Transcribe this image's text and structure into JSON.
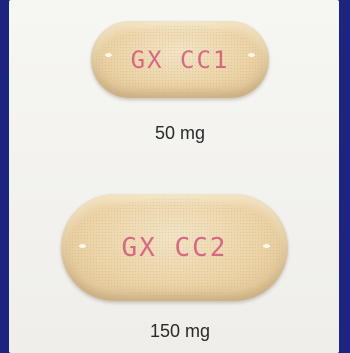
{
  "tablets": [
    {
      "imprint": "GX CC1",
      "strength": "50 mg"
    },
    {
      "imprint": "GX CC2",
      "strength": "150 mg"
    }
  ],
  "colors": {
    "background": "#1c2480",
    "panel": "#f2f1ed",
    "tablet": "#ebd3a6",
    "imprint": "#d4557a"
  }
}
